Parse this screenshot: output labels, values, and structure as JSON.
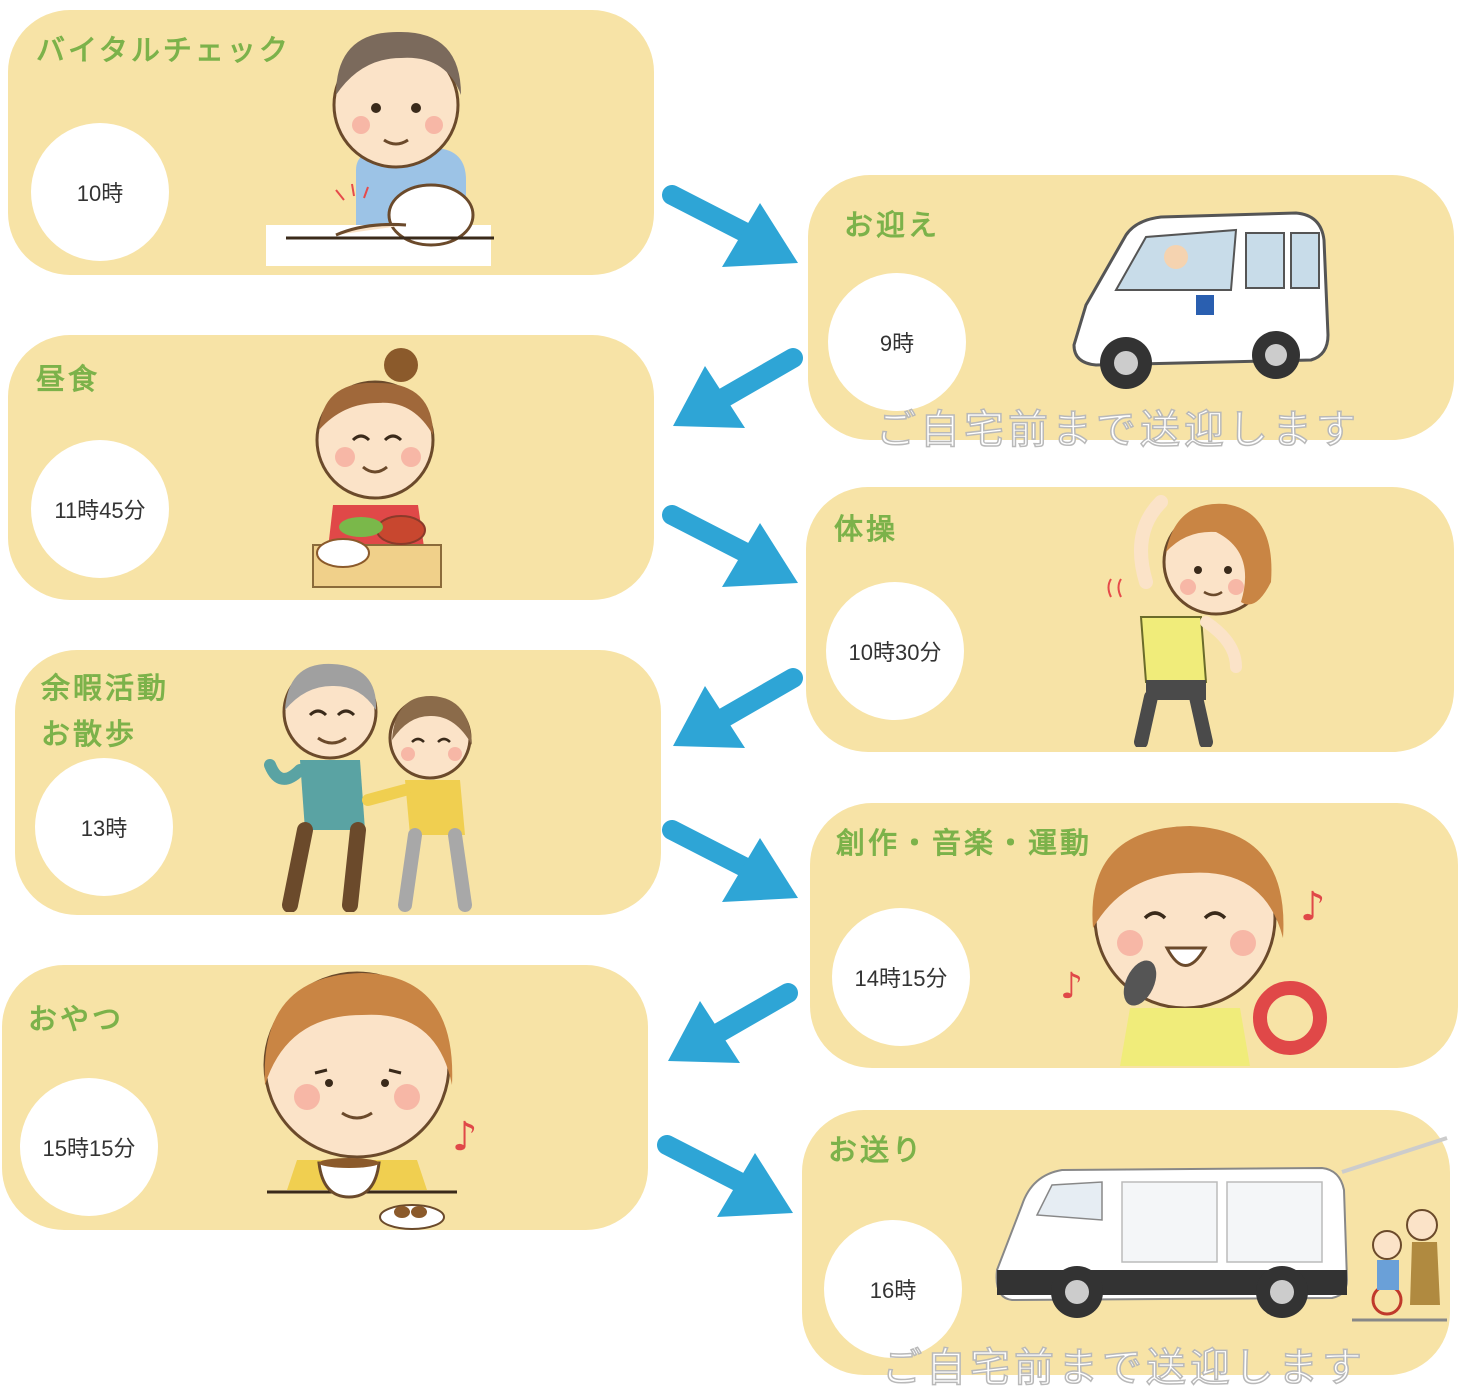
{
  "colors": {
    "card_bg": "#f7e3a6",
    "title": "#7cb24a",
    "arrow": "#2ea5d6",
    "circle": "#ffffff"
  },
  "steps": [
    {
      "title": "お迎え",
      "time": "9時",
      "note": "ご自宅前まで送迎します",
      "icon": "pickup-van-illustration"
    },
    {
      "title": "バイタルチェック",
      "time": "10時",
      "icon": "blood-pressure-check-illustration"
    },
    {
      "title": "体操",
      "time": "10時30分",
      "icon": "stretching-woman-illustration"
    },
    {
      "title": "昼食",
      "time": "11時45分",
      "icon": "lunch-serving-illustration"
    },
    {
      "title": "余暇活動",
      "title2": "お散歩",
      "time": "13時",
      "icon": "walking-couple-illustration"
    },
    {
      "title": "創作・音楽・運動",
      "time": "14時15分",
      "icon": "singing-woman-illustration"
    },
    {
      "title": "おやつ",
      "time": "15時15分",
      "icon": "tea-time-illustration"
    },
    {
      "title": "お送り",
      "time": "16時",
      "note": "ご自宅前まで送迎します",
      "icon": "dropoff-van-illustration"
    }
  ]
}
